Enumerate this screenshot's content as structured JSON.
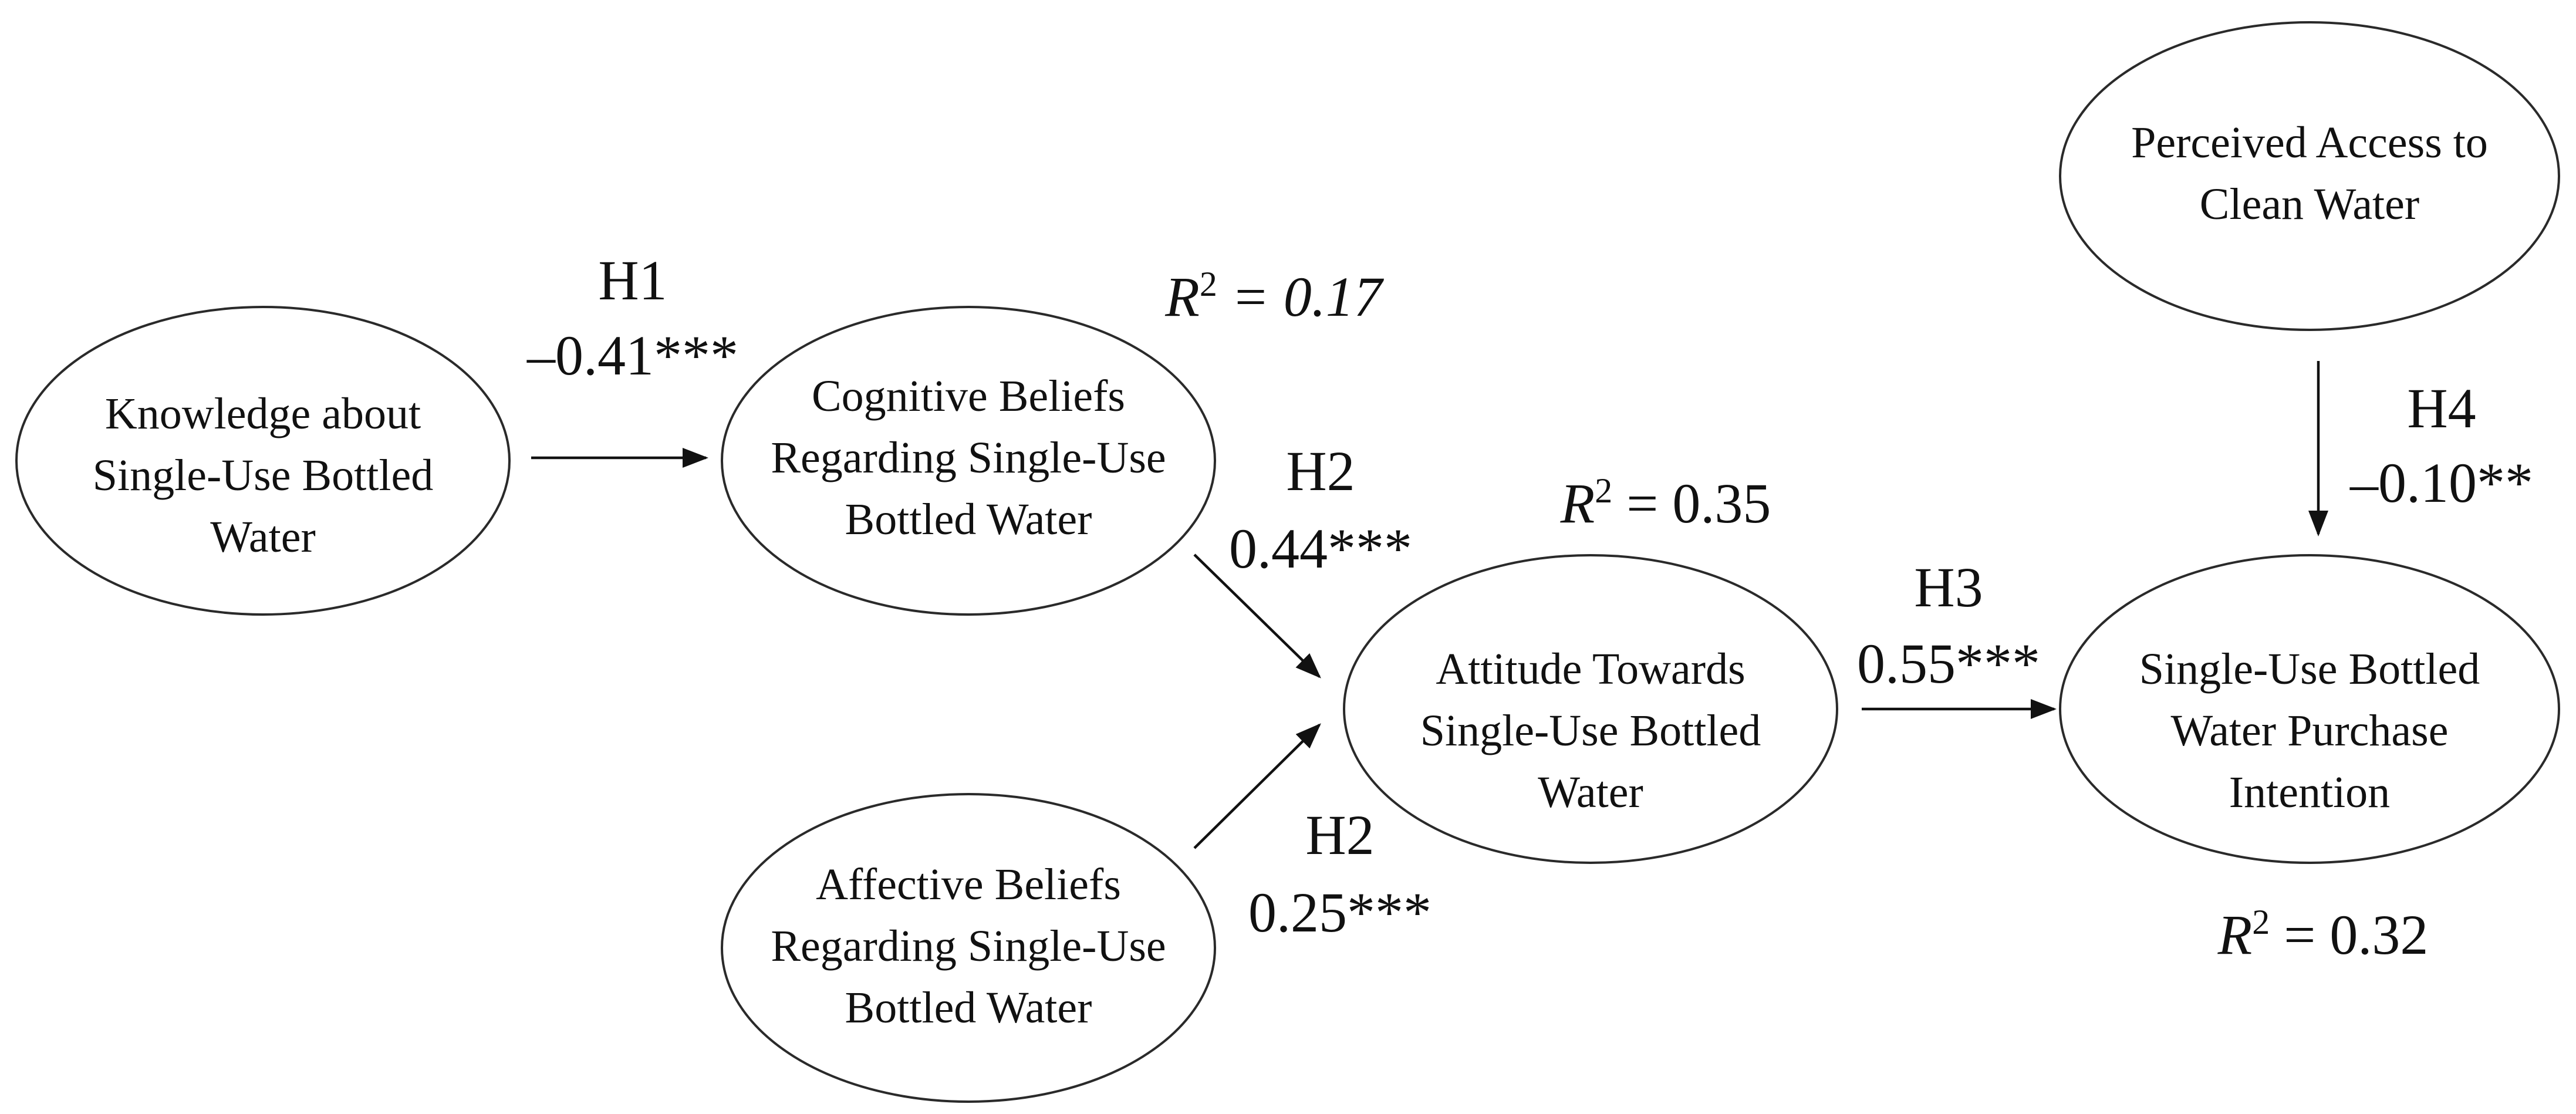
{
  "nodes": {
    "knowledge": {
      "lines": [
        "Knowledge about",
        "Single-Use Bottled",
        "Water"
      ]
    },
    "cognitive": {
      "lines": [
        "Cognitive Beliefs",
        "Regarding Single-Use",
        "Bottled Water"
      ]
    },
    "affective": {
      "lines": [
        "Affective Beliefs",
        "Regarding Single-Use",
        "Bottled Water"
      ]
    },
    "attitude": {
      "lines": [
        "Attitude Towards",
        "Single-Use Bottled",
        "Water"
      ]
    },
    "access": {
      "lines": [
        "Perceived Access to",
        "Clean Water"
      ]
    },
    "intention": {
      "lines": [
        "Single-Use Bottled",
        "Water Purchase",
        "Intention"
      ]
    }
  },
  "paths": {
    "h1": {
      "hypothesis": "H1",
      "coefficient": "–0.41***"
    },
    "h2_cognitive": {
      "hypothesis": "H2",
      "coefficient": "0.44***"
    },
    "h2_affective": {
      "hypothesis": "H2",
      "coefficient": "0.25***"
    },
    "h3": {
      "hypothesis": "H3",
      "coefficient": "0.55***"
    },
    "h4": {
      "hypothesis": "H4",
      "coefficient": "–0.10**"
    }
  },
  "r_squared": {
    "symbol": "R",
    "superscript": "2",
    "cognitive": " = 0.17",
    "attitude": " = 0.35",
    "intention": " = 0.32"
  }
}
